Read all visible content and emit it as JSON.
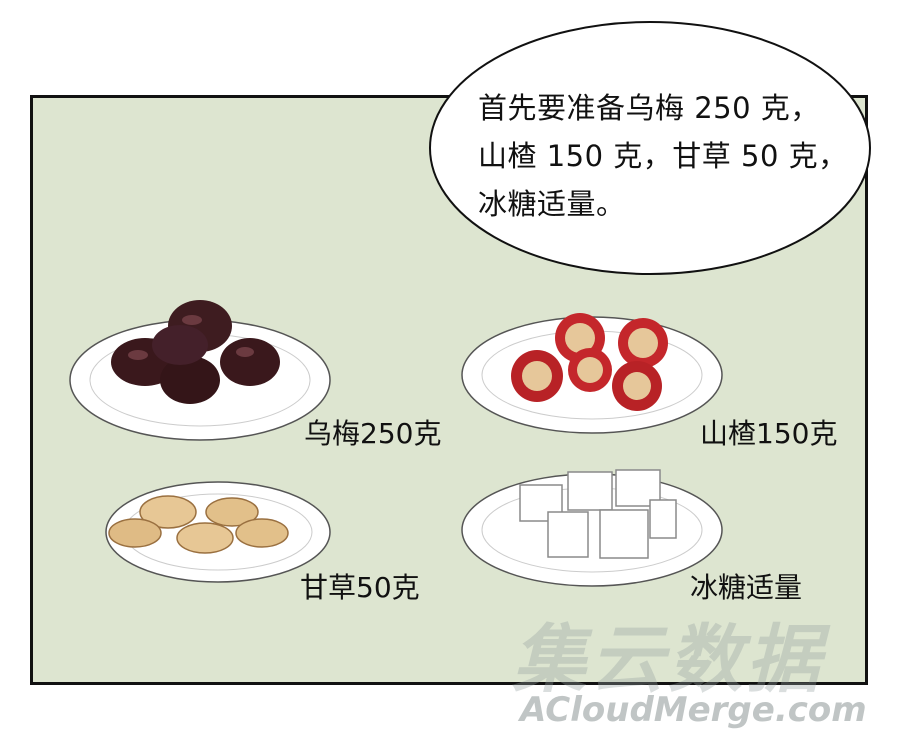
{
  "bubble": {
    "line1": "首先要准备乌梅 250 克，",
    "line2": "山楂 150 克，甘草 50 克，",
    "line3": "冰糖适量。"
  },
  "items": [
    {
      "label": "乌梅250克",
      "icon": "dark-plum-icon"
    },
    {
      "label": "山楂150克",
      "icon": "hawthorn-icon"
    },
    {
      "label": "甘草50克",
      "icon": "licorice-slice-icon"
    },
    {
      "label": "冰糖适量",
      "icon": "rock-sugar-icon"
    }
  ],
  "watermark": {
    "cn": "集云数据",
    "en": "ACloudMerge.com"
  },
  "colors": {
    "panel": "#dde5d0",
    "plum": "#3a1a1e",
    "hawthorn": "#c0282a",
    "licorice": "#e8c99a",
    "sugar": "#ffffff"
  }
}
